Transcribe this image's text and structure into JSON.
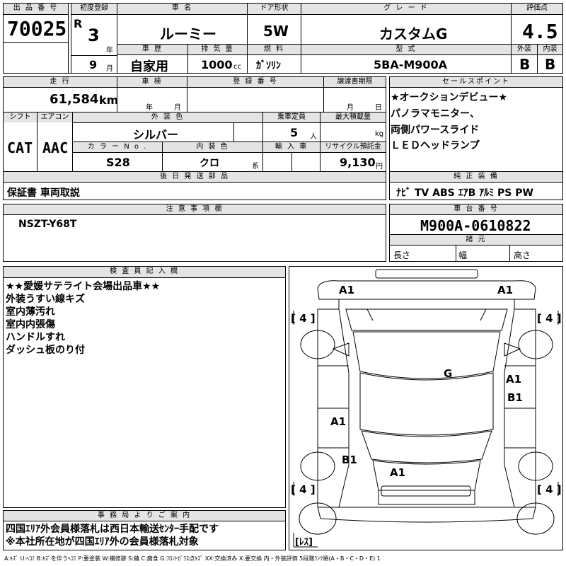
{
  "header": {
    "lot_no_label": "出 品 番 号",
    "lot_no": "70025",
    "first_reg_label": "初度登録",
    "era": "R",
    "year": "3",
    "year_unit": "年",
    "month": "9",
    "month_unit": "月",
    "car_name_label": "車  名",
    "car_name": "ルーミー",
    "doors_label": "ドア形状",
    "doors": "5W",
    "grade_label": "グ レ ー ド",
    "grade": "カスタムG",
    "score_label": "評価点",
    "score": "4.5",
    "history_label": "車  歴",
    "history": "自家用",
    "displacement_label": "排 気 量",
    "displacement": "1000",
    "displacement_unit": "cc",
    "fuel_label": "燃  料",
    "fuel": "ｶﾞｿﾘﾝ",
    "model_label": "型  式",
    "model": "5BA-M900A",
    "ext_label": "外装",
    "ext_grade": "B",
    "int_label": "内装",
    "int_grade": "B"
  },
  "info": {
    "mileage_label": "走  行",
    "mileage": "61,584",
    "mileage_unit": "km",
    "inspection_label": "車  検",
    "insp_year_unit": "年",
    "insp_month_unit": "月",
    "reg_no_label": "登 録 番 号",
    "transfer_label": "譲渡書期限",
    "transfer_month_unit": "月",
    "transfer_day_unit": "日",
    "shift_label": "シフト",
    "shift": "CAT",
    "ac_label": "エアコン",
    "ac": "AAC",
    "ext_color_label": "外 装 色",
    "ext_color": "シルバー",
    "capacity_label": "乗車定員",
    "capacity": "5",
    "capacity_unit": "人",
    "max_load_label": "最大積載量",
    "max_load_unit": "kg",
    "color_no_label": "カ ラ ー N o .",
    "color_no": "S28",
    "int_color_label": "内 装 色",
    "int_color": "クロ",
    "int_color_unit": "系",
    "import_label": "輸 入 車",
    "recycle_label": "リサイクル預託金",
    "recycle": "9,130",
    "recycle_unit": "円",
    "parts_label": "後 日 発 送 部 品",
    "parts": "保証書 車両取説"
  },
  "sales_points": {
    "label": "セールスポイント",
    "lines": [
      "★オークションデビュー★",
      "パノラマモニター、",
      "両側パワースライド",
      "ＬＥＤヘッドランプ"
    ]
  },
  "equipment": {
    "label": "純 正 装 備",
    "value": "ﾅﾋﾞ  TV  ABS ｴｱB ｱﾙﾐ PS PW"
  },
  "notes": {
    "label": "注 意 事 項 欄",
    "value": "NSZT-Y68T"
  },
  "chassis": {
    "label": "車 台 番 号",
    "value": "M900A-0610822",
    "specs_label": "諸  元",
    "length_label": "長さ",
    "width_label": "幅",
    "height_label": "高さ"
  },
  "inspector": {
    "label": "検 査 員 記 入 欄",
    "lines": [
      "★★愛媛サテライト会場出品車★★",
      "外装うすい線キズ",
      "室内薄汚れ",
      "室内内張傷",
      "ハンドルすれ",
      "ダッシュ板のり付"
    ]
  },
  "office": {
    "label": "事 務 局 よ り ご 案 内",
    "lines": [
      "四国ｴﾘｱ外会員様落札は西日本輸送ｾﾝﾀｰ手配です",
      "※本社所在地が四国ｴﾘｱ外の会員様落札対象"
    ]
  },
  "diagram": {
    "marks": {
      "front_left": "A1",
      "front_right": "A1",
      "tire_fl": "[ 4 ]",
      "tire_fr": "[ 4 ]",
      "roof": "G",
      "right_door": "A1",
      "right_door2": "B1",
      "left_door": "A1",
      "left_rear": "B1",
      "rear": "A1",
      "tire_rl": "[ 4 ]",
      "tire_rr": "[ 4 ]",
      "spare": "[ﾚｽ]"
    }
  },
  "legend": "A:ｷｽﾞ U:ﾍｺﾐ B:ｷｽﾞを伴うﾍｺﾐ P:要塗装 W:補修跡 S:錆 C:腐食 G:ﾌﾛﾝﾄｶﾞﾗｽ点ｷｽﾞ XX:交換済み X:要交換 内・外装評価 5段階ﾗﾝｸ順(A・B・C・D・E) 1"
}
